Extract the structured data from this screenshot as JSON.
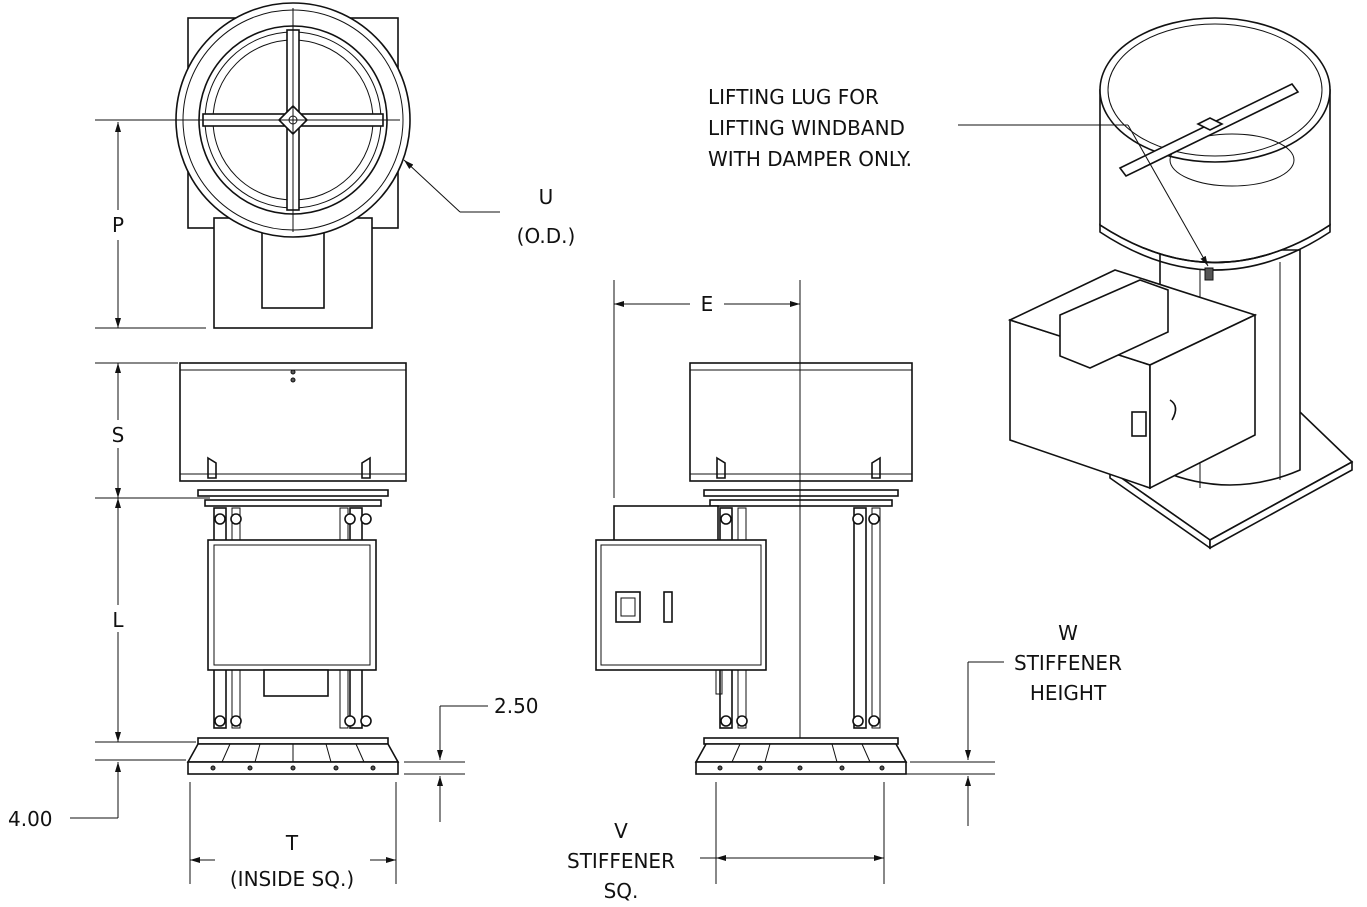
{
  "labels": {
    "p": "P",
    "s": "S",
    "l": "L",
    "u": "U",
    "u_note": "(O.D.)",
    "e": "E",
    "t": "T",
    "t_note": "(INSIDE SQ.)",
    "v": "V",
    "v_line2": "STIFFENER",
    "v_line3": "SQ.",
    "w": "W",
    "w_line2": "STIFFENER",
    "w_line3": "HEIGHT",
    "dim_250": "2.50",
    "dim_400": "4.00",
    "lug_line1": "LIFTING LUG FOR",
    "lug_line2": "LIFTING WINDBAND",
    "lug_line3": "WITH DAMPER ONLY."
  }
}
